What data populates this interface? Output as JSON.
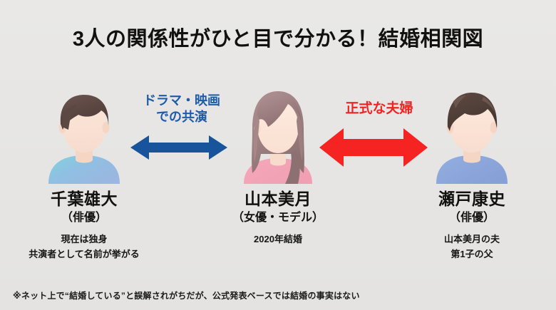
{
  "slide": {
    "title": "3人の関係性がひと目で分かる！結婚相関図",
    "background_color": "#e6e5e3",
    "footnote": "※ネット上で“結婚している”と誤解されがちだが、公式発表ベースでは結婚の事実はない"
  },
  "people": [
    {
      "id": "chiba-yudai",
      "name": "千葉雄大",
      "role": "（俳優）",
      "notes": [
        "現在は独身",
        "共演者として名前が挙がる"
      ],
      "avatar": "male-avatar-icon",
      "hair_color": "#5b4843",
      "shirt_color": "#8fb4de"
    },
    {
      "id": "yamamoto-mizuki",
      "name": "山本美月",
      "role": "（女優・モデル）",
      "notes": [
        "2020年結婚"
      ],
      "avatar": "female-avatar-icon",
      "hair_color": "#9c7f80",
      "shirt_color": "#f0a8b6"
    },
    {
      "id": "seto-koji",
      "name": "瀬戸康史",
      "role": "（俳優）",
      "notes": [
        "山本美月の夫",
        "第1子の父"
      ],
      "avatar": "male-avatar-icon",
      "hair_color": "#4e3c36",
      "shirt_color": "#8ca4d8"
    }
  ],
  "relationships": [
    {
      "id": "chiba-yamamoto",
      "label_line1": "ドラマ・映画",
      "label_line2": "での共演",
      "arrow": "double-arrow-icon",
      "color": "#1f5ca8"
    },
    {
      "id": "yamamoto-seto",
      "label_line1": "正式な夫婦",
      "label_line2": "",
      "arrow": "double-arrow-icon",
      "color": "#f02323"
    }
  ]
}
